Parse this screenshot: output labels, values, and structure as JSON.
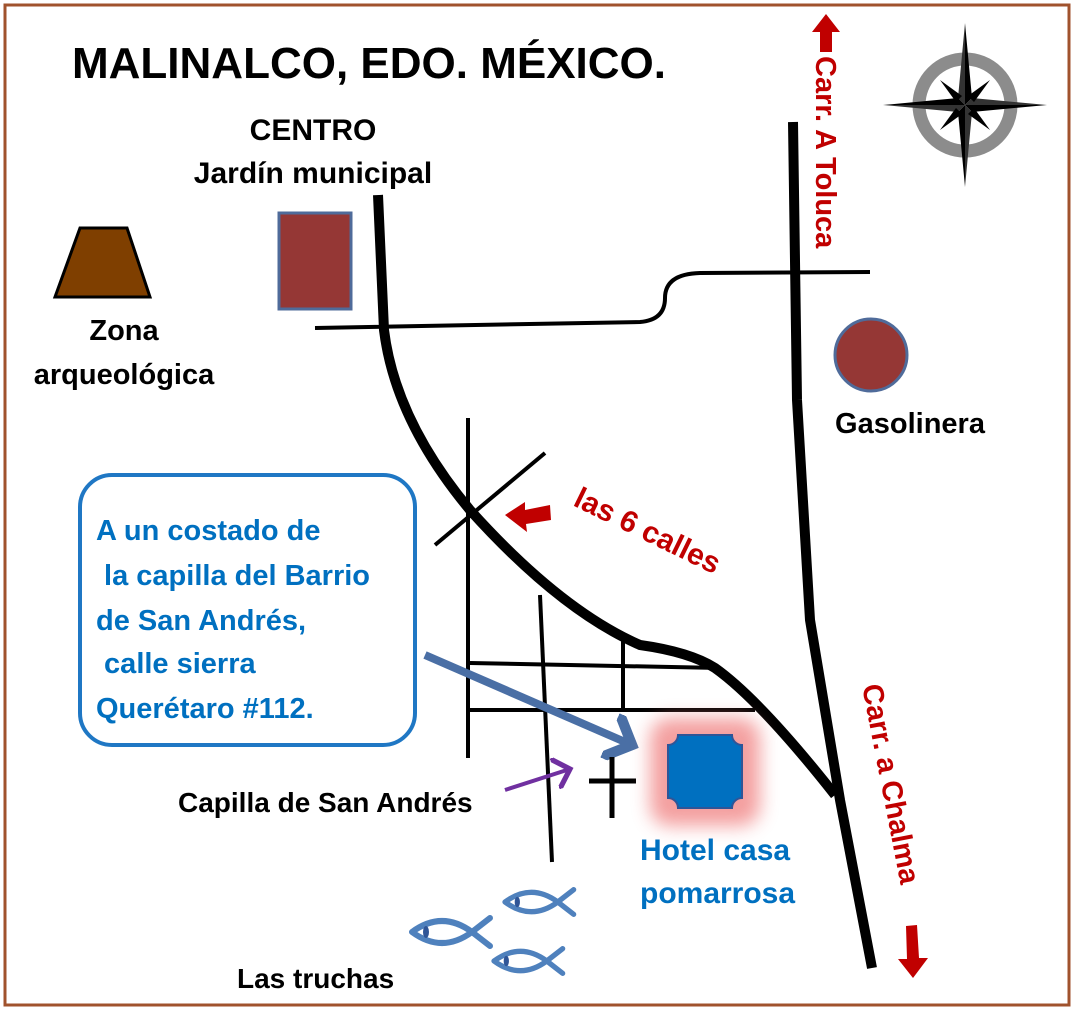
{
  "title": "MALINALCO, EDO. MÉXICO.",
  "colors": {
    "border": "#a0522d",
    "highway_label": "#c00000",
    "callout": "#0070c0",
    "plaza": "#953735",
    "pyramid": "#7f3f00",
    "hotel": "#0070c0",
    "fish": "#4f81bd",
    "chapel_arrow": "#7030a0"
  },
  "places": {
    "centro": "CENTRO",
    "jardin": "Jardín municipal",
    "zona_1": "Zona",
    "zona_2": "arqueológica",
    "gasolinera": "Gasolinera",
    "seis_calles": "las 6 calles",
    "capilla": "Capilla de San Andrés",
    "hotel_1": "Hotel casa",
    "hotel_2": "pomarrosa",
    "truchas": "Las truchas"
  },
  "highways": {
    "toluca": "Carr. A Toluca",
    "chalma": "Carr. a Chalma"
  },
  "callout": {
    "lines": [
      "A un costado de",
      " la capilla del Barrio",
      "de San Andrés,",
      " calle sierra",
      "Querétaro #112."
    ]
  },
  "icons": [
    "compass-rose-icon",
    "pyramid-icon",
    "plaza-icon",
    "gas-station-icon",
    "chapel-cross-icon",
    "hotel-icon",
    "fish-icon"
  ]
}
